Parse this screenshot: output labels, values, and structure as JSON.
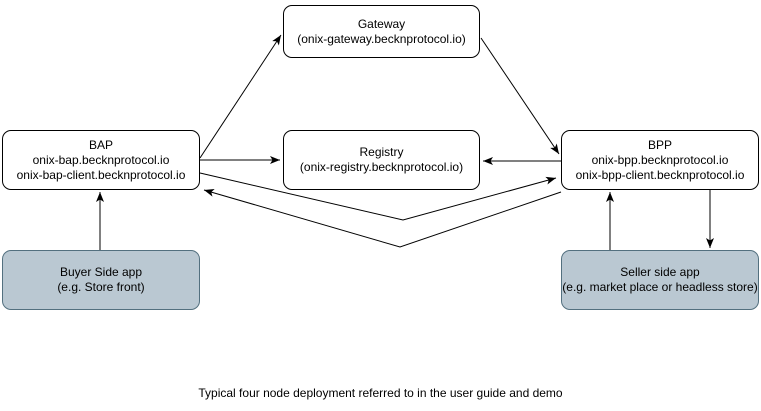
{
  "caption": "Typical four node deployment referred to in the user guide and demo",
  "nodes": {
    "gateway": {
      "lines": [
        "Gateway",
        "(onix-gateway.becknprotocol.io)"
      ]
    },
    "bap": {
      "lines": [
        "BAP",
        "onix-bap.becknprotocol.io",
        "onix-bap-client.becknprotocol.io"
      ]
    },
    "registry": {
      "lines": [
        "Registry",
        "(onix-registry.becknprotocol.io)"
      ]
    },
    "bpp": {
      "lines": [
        "BPP",
        "onix-bpp.becknprotocol.io",
        "onix-bpp-client.becknprotocol.io"
      ]
    },
    "buyer_app": {
      "lines": [
        "Buyer Side app",
        "(e.g. Store front)"
      ]
    },
    "seller_app": {
      "lines": [
        "Seller side app",
        "(e.g. market place or headless store)"
      ]
    }
  },
  "colors": {
    "node_fill": "#ffffff",
    "node_border": "#000000",
    "app_fill": "#bac8d2",
    "app_border": "#53707f",
    "arrow": "#000000"
  },
  "connections": [
    {
      "from": "bap",
      "to": "gateway",
      "arrow": "forward"
    },
    {
      "from": "gateway",
      "to": "bpp",
      "arrow": "forward"
    },
    {
      "from": "bap",
      "to": "registry",
      "arrow": "forward"
    },
    {
      "from": "bpp",
      "to": "registry",
      "arrow": "forward"
    },
    {
      "from": "bap",
      "to": "bpp",
      "arrow": "forward"
    },
    {
      "from": "bpp",
      "to": "bap",
      "arrow": "forward"
    },
    {
      "from": "buyer_app",
      "to": "bap",
      "arrow": "forward"
    },
    {
      "from": "seller_app",
      "to": "bpp",
      "arrow": "forward"
    },
    {
      "from": "bpp",
      "to": "seller_app",
      "arrow": "forward"
    }
  ]
}
